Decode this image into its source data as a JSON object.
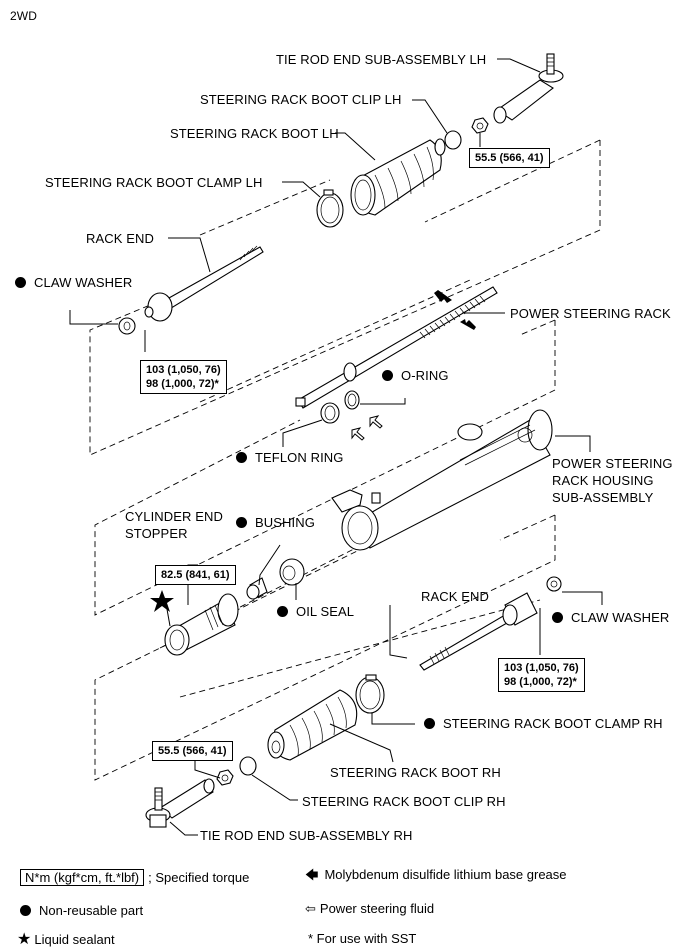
{
  "header": {
    "variant": "2WD"
  },
  "parts": {
    "tie_rod_end_lh": "TIE ROD END SUB-ASSEMBLY LH",
    "boot_clip_lh": "STEERING RACK BOOT CLIP LH",
    "boot_lh": "STEERING RACK BOOT LH",
    "boot_clamp_lh": "STEERING RACK BOOT CLAMP LH",
    "rack_end_lh": "RACK END",
    "claw_washer_lh": "CLAW WASHER",
    "power_steering_rack": "POWER STEERING RACK",
    "o_ring": "O-RING",
    "teflon_ring": "TEFLON RING",
    "housing_line1": "POWER STEERING",
    "housing_line2": "RACK HOUSING",
    "housing_line3": "SUB-ASSEMBLY",
    "cylinder_end_stopper_line1": "CYLINDER END",
    "cylinder_end_stopper_line2": "STOPPER",
    "bushing": "BUSHING",
    "oil_seal": "OIL SEAL",
    "rack_end_rh": "RACK END",
    "claw_washer_rh": "CLAW WASHER",
    "boot_clamp_rh": "STEERING RACK BOOT CLAMP RH",
    "boot_rh": "STEERING RACK BOOT RH",
    "boot_clip_rh": "STEERING RACK BOOT CLIP RH",
    "tie_rod_end_rh": "TIE ROD END SUB-ASSEMBLY RH"
  },
  "torques": {
    "tie_rod_lh": "55.5 (566, 41)",
    "rack_end_lh_line1": "103 (1,050, 76)",
    "rack_end_lh_line2": "98 (1,000, 72)*",
    "cylinder_end_stopper": "82.5 (841, 61)",
    "rack_end_rh_line1": "103 (1,050, 76)",
    "rack_end_rh_line2": "98 (1,000, 72)*",
    "tie_rod_rh": "55.5 (566, 41)"
  },
  "legend": {
    "torque_unit": "N*m (kgf*cm, ft.*lbf)",
    "torque_desc": "; Specified torque",
    "non_reusable": "Non-reusable part",
    "liquid_sealant": "Liquid sealant",
    "grease": "Molybdenum disulfide lithium base grease",
    "fluid": "Power steering fluid",
    "sst_note": "* For use with SST"
  }
}
